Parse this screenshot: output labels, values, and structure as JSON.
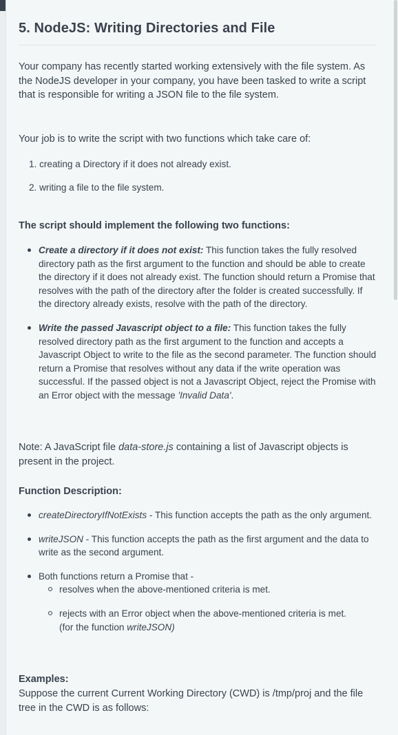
{
  "title": "5. NodeJS: Writing Directories and File",
  "intro": "Your company has recently started working extensively with the file system. As the NodeJS developer in your company, you have been tasked to write a script that is responsible for writing a JSON file to the file system.",
  "job_line": "Your job is to write the script with two functions which take care of:",
  "tasks": [
    "1. creating a Directory if it does not already exist.",
    "2. writing a file to the file system."
  ],
  "implement_heading": "The script should implement the following two functions:",
  "functions": [
    {
      "name": "Create a directory if it does not exist:",
      "desc": " This function takes the fully resolved directory path as the first argument to the function and should be able to create the directory if it does not already exist. The function should return a Promise that resolves with the path of the directory after the folder is created successfully. If the directory already exists, resolve with the path of the directory."
    },
    {
      "name": "Write the passed Javascript object to a file:",
      "desc": " This function takes the fully resolved directory path as the first argument to the function and accepts a Javascript Object to write to the file as the second parameter. The function should return a Promise that resolves without any data if the write operation was successful. If the passed object is not a Javascript Object, reject the Promise with an Error object with the message ",
      "message": "'Invalid Data'",
      "tail": "."
    }
  ],
  "note": {
    "prefix": "Note: A JavaScript file ",
    "file": "data-store.js",
    "suffix": " containing a list of Javascript objects is present in the project."
  },
  "function_desc_heading": "Function Description:",
  "function_desc": [
    {
      "name": "createDirectoryIfNotExists",
      "text": " - This function accepts the path as the only argument."
    },
    {
      "name": "writeJSON",
      "text": " - This function accepts the path as the first argument and the data to write as the second argument."
    }
  ],
  "both_functions": "Both functions return a Promise that -",
  "sub_items": {
    "resolves": "resolves when the above-mentioned criteria is met.",
    "rejects": "rejects with an Error object when the above-mentioned criteria is met.",
    "rejects_note_prefix": "(for the function ",
    "rejects_note_fn": "writeJSON)"
  },
  "examples_heading": "Examples:",
  "examples_text": "Suppose the current Current Working Directory (CWD) is /tmp/proj and the file tree in the CWD is as follows:"
}
